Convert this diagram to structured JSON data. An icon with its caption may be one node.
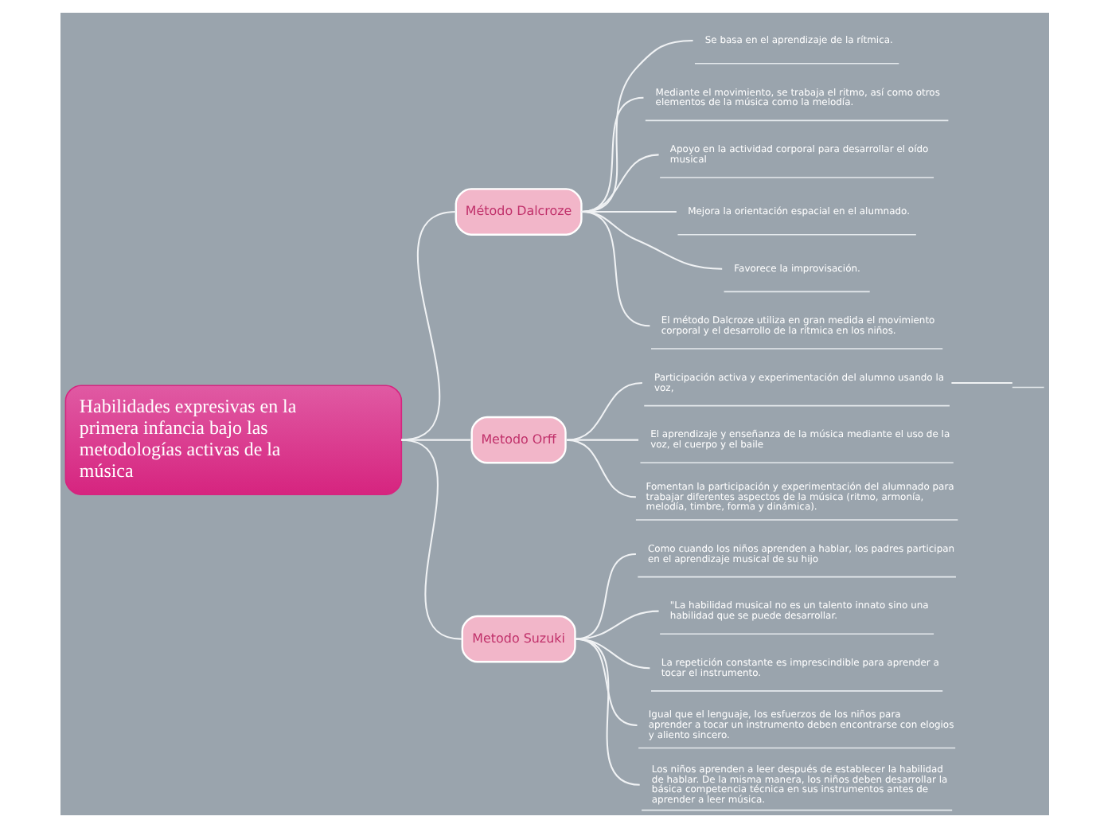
{
  "diagram": {
    "nodes": [
      {
        "text": [
          "Habilidades expresivas en la primera infancia bajo las metodologías activas de la música"
        ]
      },
      {
        "text": [
          "Método Dalcroze"
        ]
      },
      {
        "text": [
          "Se basa en el aprendizaje de la rítmica."
        ]
      },
      {
        "text": [
          "Mediante el movimiento, se trabaja el ritmo, así como otros elementos de la música como la melodía."
        ]
      },
      {
        "text": [
          "Apoyo en la actividad corporal para desarrollar el oído musical"
        ]
      },
      {
        "text": [
          "Mejora la orientación espacial en el alumnado."
        ]
      },
      {
        "text": [
          "Favorece la improvisación."
        ]
      },
      {
        "text": [
          "El método Dalcroze utiliza en gran medida el movimiento corporal y el desarrollo de la rítmica en los niños."
        ]
      },
      {
        "text": [
          "Metodo Orff"
        ]
      },
      {
        "text": [
          "Participación activa y experimentación del alumno usando la voz,"
        ]
      },
      {
        "text": [
          "El aprendizaje y enseñanza de la música mediante el uso de la voz, el cuerpo y el baile"
        ]
      },
      {
        "text": [
          "Fomentan la participación y experimentación del alumnado para trabajar diferentes aspectos de la música (ritmo, armonía, melodía, timbre, forma y dinámica)."
        ]
      },
      {
        "text": [],
        "shape": "line"
      },
      {
        "text": [
          "Metodo Suzuki"
        ]
      },
      {
        "text": [
          "Como cuando los niños aprenden a hablar, los padres participan en el aprendizaje musical de su hijo"
        ]
      },
      {
        "text": [
          "\"La habilidad musical no es un talento innato sino una habilidad que se puede desarrollar."
        ]
      },
      {
        "text": [
          "La repetición constante es imprescindible para aprender a tocar el instrumento."
        ]
      },
      {
        "text": [
          "Igual que el lenguaje, los esfuerzos de los niños para aprender a tocar un instrumento deben encontrarse con elogios y aliento sincero."
        ]
      },
      {
        "text": [
          "Los niños aprenden a leer después de establecer la habilidad de hablar. De la misma manera, los niños deben desarrollar la básica competencia técnica en sus instrumentos antes de aprender a leer música."
        ]
      }
    ],
    "edges": [
      {
        "from": 0,
        "to": 1,
        "arrow": "none"
      },
      {
        "from": 0,
        "to": 8,
        "arrow": "none"
      },
      {
        "from": 0,
        "to": 13,
        "arrow": "none"
      },
      {
        "from": 1,
        "to": 2,
        "arrow": "none"
      },
      {
        "from": 1,
        "to": 3,
        "arrow": "none"
      },
      {
        "from": 1,
        "to": 4,
        "arrow": "none"
      },
      {
        "from": 1,
        "to": 5,
        "arrow": "none"
      },
      {
        "from": 1,
        "to": 6,
        "arrow": "none"
      },
      {
        "from": 1,
        "to": 7,
        "arrow": "none"
      },
      {
        "from": 8,
        "to": 9,
        "arrow": "none"
      },
      {
        "from": 8,
        "to": 10,
        "arrow": "none"
      },
      {
        "from": 8,
        "to": 11,
        "arrow": "none"
      },
      {
        "from": 9,
        "to": 12,
        "arrow": "none"
      },
      {
        "from": 13,
        "to": 14,
        "arrow": "none"
      },
      {
        "from": 13,
        "to": 15,
        "arrow": "none"
      },
      {
        "from": 13,
        "to": 16,
        "arrow": "none"
      },
      {
        "from": 13,
        "to": 17,
        "arrow": "none"
      },
      {
        "from": 13,
        "to": 18,
        "arrow": "none"
      }
    ]
  }
}
